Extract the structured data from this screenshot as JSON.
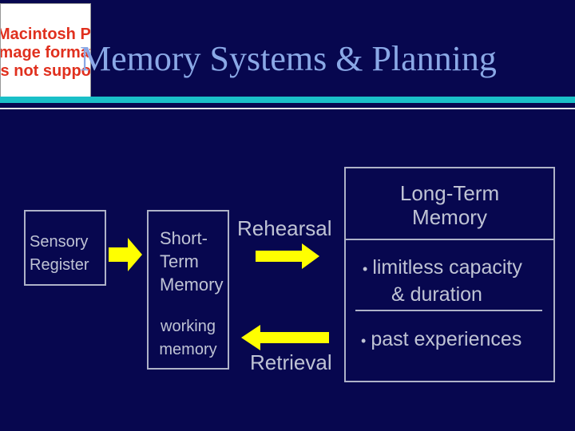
{
  "placeholder": {
    "line1": "Macintosh PICT",
    "line2": "image format",
    "line3": "is not supported"
  },
  "title": "Memory Systems & Planning",
  "sensory": {
    "line1": "Sensory",
    "line2": "Register"
  },
  "short_term": {
    "line1": "Short-",
    "line2": "Term",
    "line3": "Memory"
  },
  "working": {
    "line1": "working",
    "line2": "memory"
  },
  "rehearsal_label": "Rehearsal",
  "retrieval_label": "Retrieval",
  "long_term": {
    "line1": "Long-Term",
    "line2": "Memory",
    "bullet1_line1": "limitless capacity",
    "bullet1_line2": "& duration",
    "bullet2": "past experiences",
    "bullet_symbol": "•"
  },
  "colors": {
    "background": "#07074f",
    "title": "#8aa8e6",
    "text": "#bfc3d4",
    "arrow": "#ffff00",
    "accent_rule": "#1ac0c8",
    "placeholder_text": "#e0301e"
  },
  "icons": {
    "right_arrow": "right-arrow-icon",
    "left_arrow": "left-arrow-icon"
  }
}
